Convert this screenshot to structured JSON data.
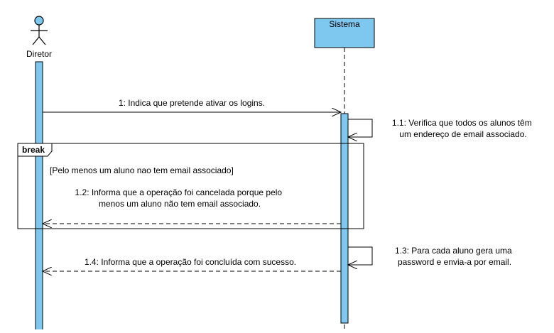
{
  "actors": {
    "director": {
      "label": "Diretor"
    },
    "system": {
      "label": "Sistema"
    }
  },
  "messages": {
    "m1": "1: Indica que pretende ativar os logins.",
    "m1_1": [
      "1.1: Verifica que todos os alunos têm",
      "um endereço de email associado."
    ],
    "m1_2": [
      "1.2: Informa que a operação foi cancelada porque pelo",
      "menos um aluno não tem email associado."
    ],
    "m1_3": [
      "1.3: Para cada aluno gera uma",
      "password e envia-a por email."
    ],
    "m1_4": "1.4: Informa que a operação foi concluída com sucesso."
  },
  "fragment": {
    "operator": "break",
    "guard": "[Pelo menos um aluno nao tem email associado]"
  },
  "colors": {
    "lifeline_bar": "#7ec8f0",
    "system_box": "#7ec8f0",
    "stroke": "#000000"
  }
}
